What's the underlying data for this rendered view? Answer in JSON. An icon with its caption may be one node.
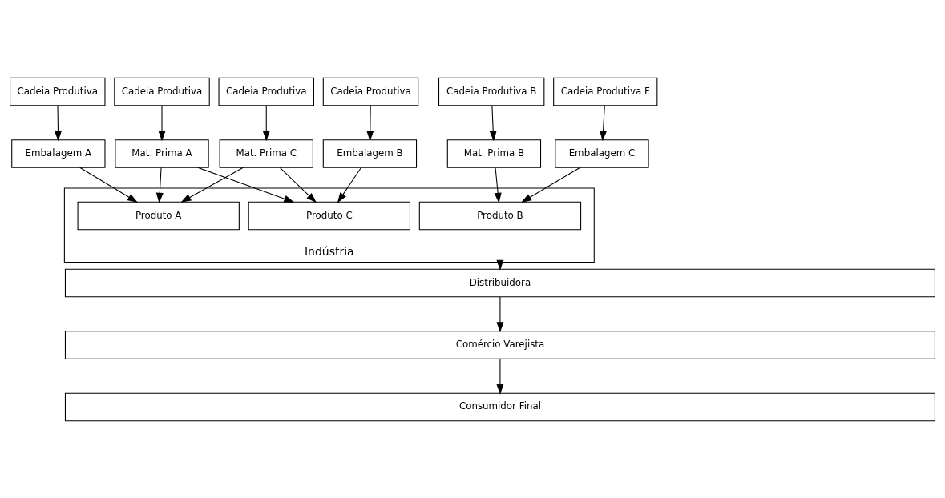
{
  "diagram": {
    "nodes": [
      {
        "text": [
          "Cadeia Produtiva"
        ]
      },
      {
        "text": [
          "Cadeia Produtiva B"
        ]
      },
      {
        "text": [
          "Cadeia Produtiva"
        ]
      },
      {
        "text": [
          "Cadeia Produtiva"
        ]
      },
      {
        "text": [
          "Cadeia Produtiva"
        ]
      },
      {
        "text": [
          "Cadeia Produtiva F"
        ]
      },
      {
        "text": [
          "Mat. Prima A"
        ]
      },
      {
        "text": [
          "Mat. Prima B"
        ]
      },
      {
        "text": [
          "Mat. Prima C"
        ]
      },
      {
        "text": [
          "Embalagem A"
        ]
      },
      {
        "text": [
          "Embalagem B"
        ]
      },
      {
        "text": [
          "Embalagem C"
        ]
      },
      {
        "text": [
          "Indústria"
        ]
      },
      {
        "text": [
          "Produto A"
        ],
        "in": 12
      },
      {
        "text": [
          "Produto B"
        ],
        "in": 12
      },
      {
        "text": [
          "Produto C"
        ],
        "in": 12
      },
      {
        "text": [
          "Distribuidora"
        ]
      },
      {
        "text": [
          "Comércio Varejista"
        ]
      },
      {
        "text": [
          "Consumidor Final"
        ]
      }
    ],
    "edges": [
      {
        "from": 0,
        "to": 6,
        "arrow": "to"
      },
      {
        "from": 1,
        "to": 7,
        "arrow": "to"
      },
      {
        "from": 2,
        "to": 8,
        "arrow": "to"
      },
      {
        "from": 3,
        "to": 9,
        "arrow": "to"
      },
      {
        "from": 4,
        "to": 10,
        "arrow": "to"
      },
      {
        "from": 5,
        "to": 11,
        "arrow": "to"
      },
      {
        "from": 6,
        "to": 13,
        "arrow": "to"
      },
      {
        "from": 6,
        "to": 15,
        "arrow": "to"
      },
      {
        "from": 7,
        "to": 14,
        "arrow": "to"
      },
      {
        "from": 8,
        "to": 13,
        "arrow": "to"
      },
      {
        "from": 8,
        "to": 15,
        "arrow": "to"
      },
      {
        "from": 9,
        "to": 13,
        "arrow": "to"
      },
      {
        "from": 10,
        "to": 15,
        "arrow": "to"
      },
      {
        "from": 11,
        "to": 14,
        "arrow": "to"
      },
      {
        "from": 12,
        "to": 16,
        "arrow": "to"
      },
      {
        "from": 16,
        "to": 17,
        "arrow": "to"
      },
      {
        "from": 17,
        "to": 18,
        "arrow": "to"
      }
    ]
  }
}
